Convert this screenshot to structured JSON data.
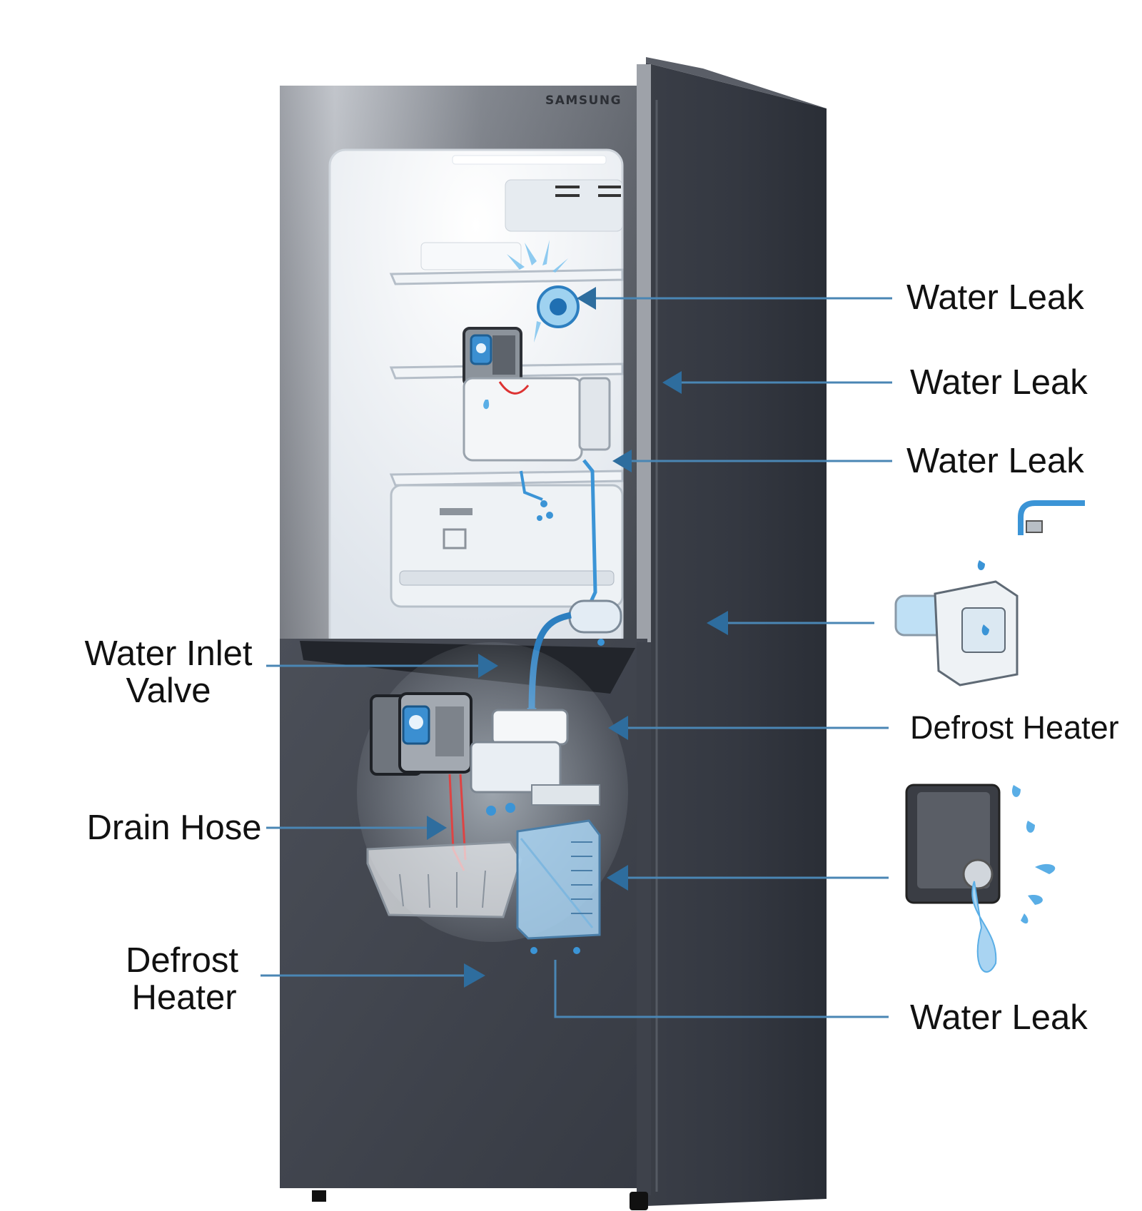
{
  "brand": {
    "name": "SAMSUNG"
  },
  "labels": {
    "right_water_leak_1": "Water Leak",
    "right_water_leak_2": "Water Leak",
    "right_water_leak_3": "Water Leak",
    "right_defrost_heater": "Defrost Heater",
    "right_water_leak_4": "Water Leak",
    "left_water_inlet_valve_line1": "Water Inlet",
    "left_water_inlet_valve_line2": "Valve",
    "left_drain_hose": "Drain Hose",
    "left_defrost_heater_line1": "Defrost",
    "left_defrost_heater_line2": "Heater"
  },
  "colors": {
    "cabinet": "#3d414b",
    "cabinet_side": "#2c3038",
    "door_metal": "#7f848c",
    "interior": "#eef2f6",
    "leader_line": "#4a86b4",
    "arrowhead": "#2e6d9e",
    "water": "#5aaee6",
    "water_dark": "#1f6fb2",
    "label_text": "#111111"
  },
  "icons": {
    "fill_cup": "water-fill-cup-icon",
    "drain_pan": "drain-pan-leak-icon"
  }
}
